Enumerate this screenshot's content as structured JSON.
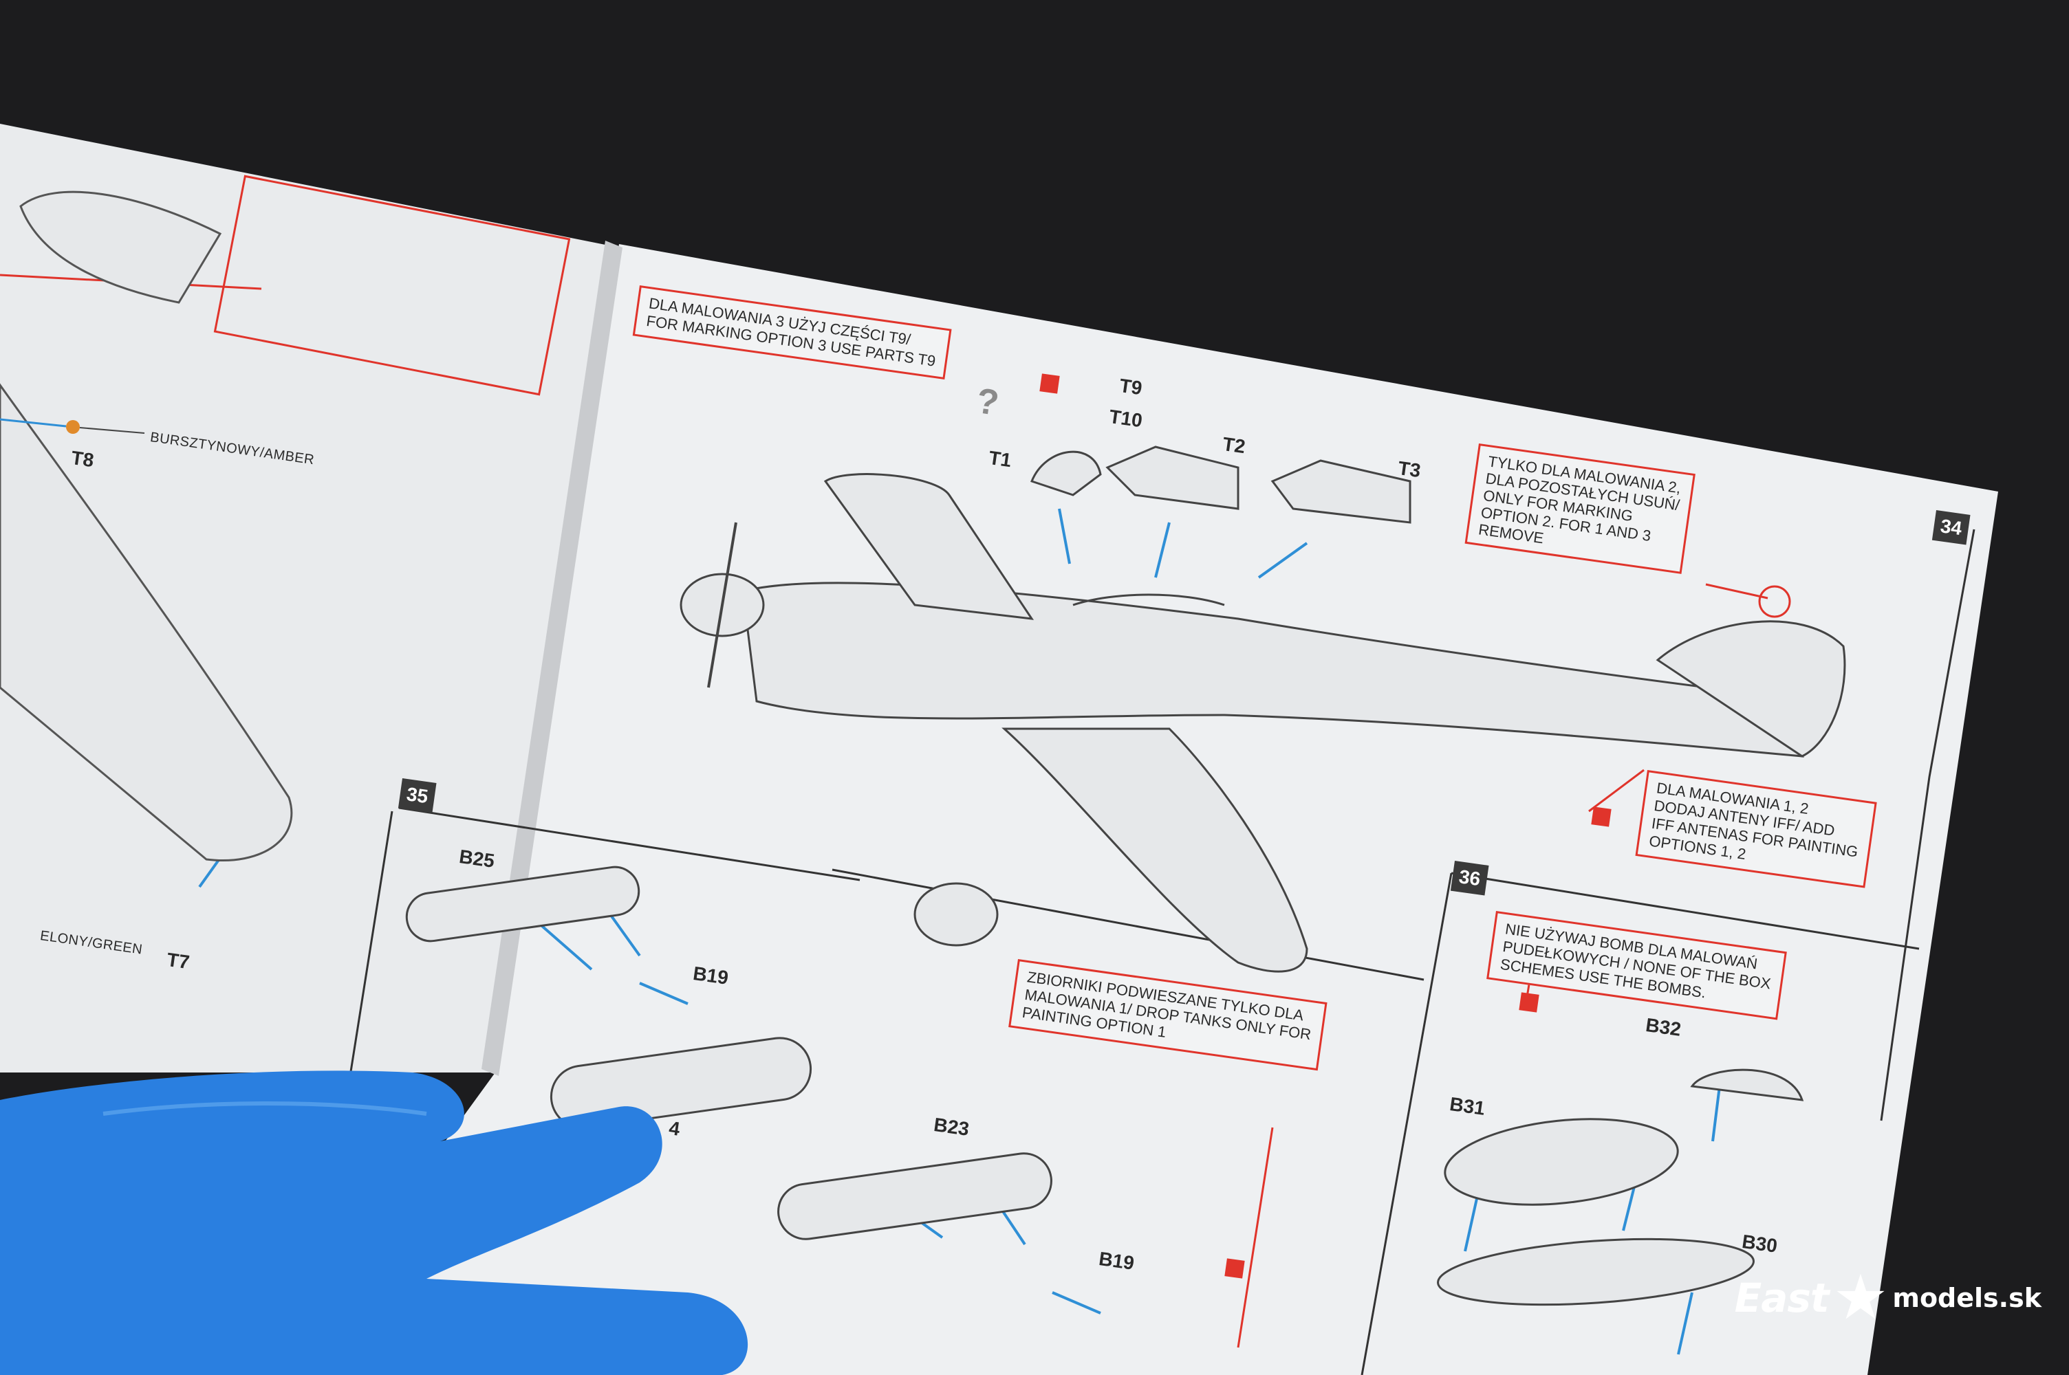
{
  "instructions": {
    "left_page": {
      "color_amber": "BURSZTYNOWY/AMBER",
      "color_green": "ELONY/GREEN",
      "part_t8": "T8",
      "part_t7": "T7"
    },
    "step_34": {
      "number": "34",
      "note_option3": "DLA MALOWANIA 3 UŻYJ CZĘŚCI T9/\nFOR MARKING OPTION 3 USE PARTS T9",
      "note_option2": "TYLKO DLA MALOWANIA 2,\nDLA POZOSTAŁYCH USUŃ/\nONLY FOR MARKING\nOPTION 2. FOR 1 AND 3\nREMOVE",
      "note_iff": "DLA MALOWANIA 1, 2\nDODAJ ANTENY IFF/ ADD\nIFF ANTENAS FOR PAINTING\nOPTIONS 1, 2",
      "question_mark": "?",
      "parts": [
        "T9",
        "T10",
        "T1",
        "T2",
        "T3"
      ]
    },
    "step_35": {
      "number": "35",
      "note_droptanks": "ZBIORNIKI PODWIESZANE TYLKO DLA\nMALOWANIA 1/ DROP TANKS ONLY FOR\nPAINTING OPTION 1",
      "parts": [
        "B25",
        "B19",
        "B23",
        "B19"
      ],
      "partial_part": "4"
    },
    "step_36": {
      "number": "36",
      "note_bombs": "NIE UŻYWAJ BOMB DLA MALOWAŃ\nPUDEŁKOWYCH / NONE OF THE BOX\nSCHEMES USE THE BOMBS.",
      "parts": [
        "B32",
        "B31",
        "B30"
      ]
    }
  },
  "watermark": {
    "brand": "East",
    "site": "models.sk"
  },
  "colors": {
    "background": "#1c1c1e",
    "paper": "#eef0f2",
    "glove": "#2a7fe0",
    "callout_red": "#e0342b",
    "arrow_blue": "#2f8fd6"
  }
}
